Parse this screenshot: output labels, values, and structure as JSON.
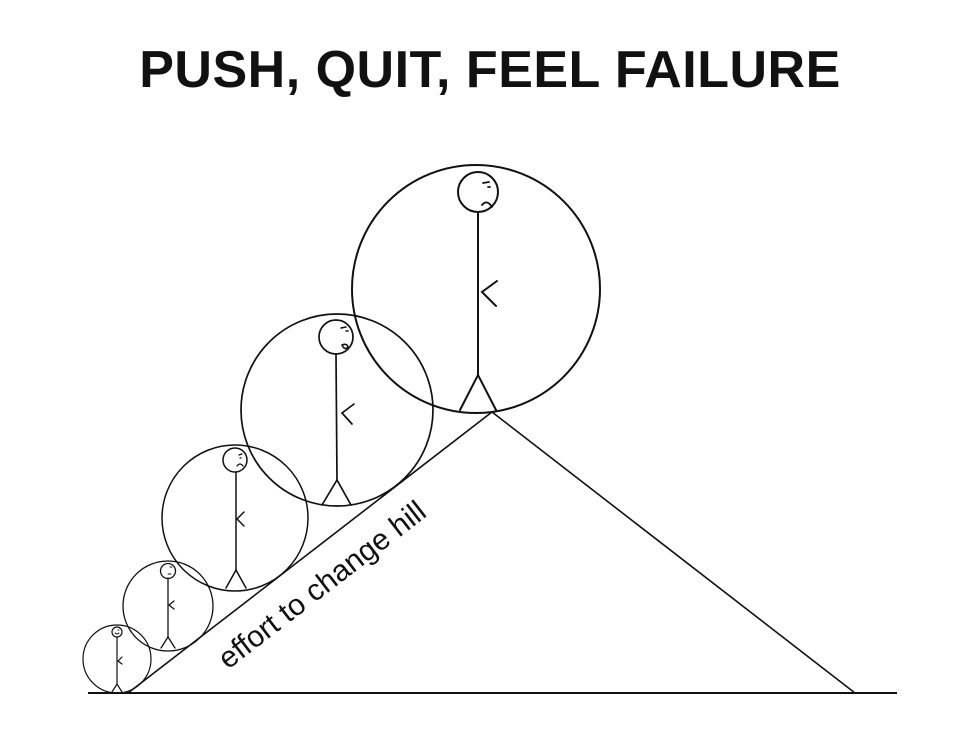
{
  "title": "PUSH, QUIT, FEEL FAILURE",
  "slope_label": "effort to change hill",
  "figures": [
    {
      "name": "stage-1",
      "mood": "smile"
    },
    {
      "name": "stage-2",
      "mood": "neutral"
    },
    {
      "name": "stage-3",
      "mood": "frown"
    },
    {
      "name": "stage-4",
      "mood": "strain"
    },
    {
      "name": "stage-5",
      "mood": "frown"
    }
  ],
  "colors": {
    "ink": "#111111",
    "background": "#ffffff"
  }
}
